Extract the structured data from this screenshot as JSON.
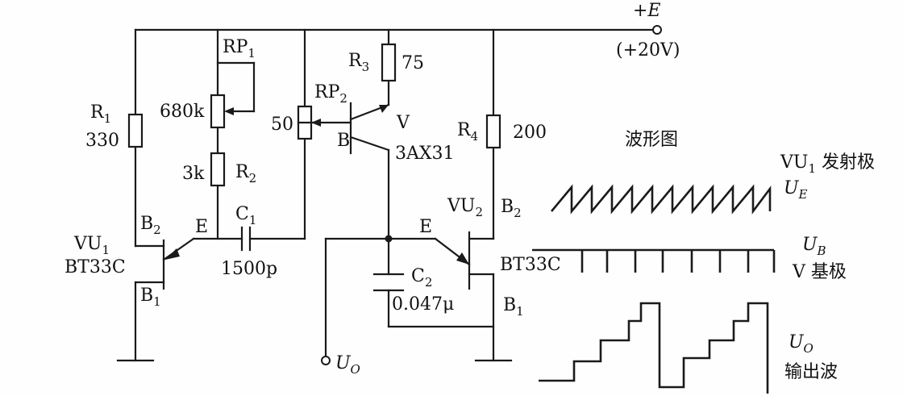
{
  "supply": {
    "label": "+E",
    "voltage": "(+20V)"
  },
  "r1": {
    "name": "R",
    "sub": "1",
    "value": "330"
  },
  "rp1": {
    "name": "RP",
    "sub": "1",
    "value": "680k"
  },
  "r2": {
    "name": "R",
    "sub": "2",
    "value": "3k"
  },
  "c1": {
    "name": "C",
    "sub": "1",
    "value": "1500p"
  },
  "rp2": {
    "name": "RP",
    "sub": "2",
    "value": "50"
  },
  "r3": {
    "name": "R",
    "sub": "3",
    "value": "75"
  },
  "transistor_v": {
    "name": "V",
    "model": "3AX31",
    "base_label": "B"
  },
  "r4": {
    "name": "R",
    "sub": "4",
    "value": "200"
  },
  "c2": {
    "name": "C",
    "sub": "2",
    "value": "0.047μ"
  },
  "vu1": {
    "name": "VU",
    "sub": "1",
    "model": "BT33C",
    "b2": "B",
    "b2_sub": "2",
    "b1": "B",
    "b1_sub": "1",
    "emitter": "E"
  },
  "vu2": {
    "name": "VU",
    "sub": "2",
    "model": "BT33C",
    "b2": "B",
    "b2_sub": "2",
    "b1": "B",
    "b1_sub": "1",
    "emitter": "E"
  },
  "output": {
    "label": "U",
    "sub": "O"
  },
  "waveforms": {
    "title": "波形图",
    "emitter": {
      "node": "VU",
      "node_sub": "1",
      "desc": "发射极",
      "signal": "U",
      "signal_sub": "E"
    },
    "base": {
      "signal": "U",
      "signal_sub": "B",
      "node": "V",
      "desc": "基极"
    },
    "output": {
      "signal": "U",
      "signal_sub": "O",
      "desc": "输出波"
    }
  },
  "colors": {
    "ink": "#1a1a1a",
    "paper": "#fefefe"
  }
}
